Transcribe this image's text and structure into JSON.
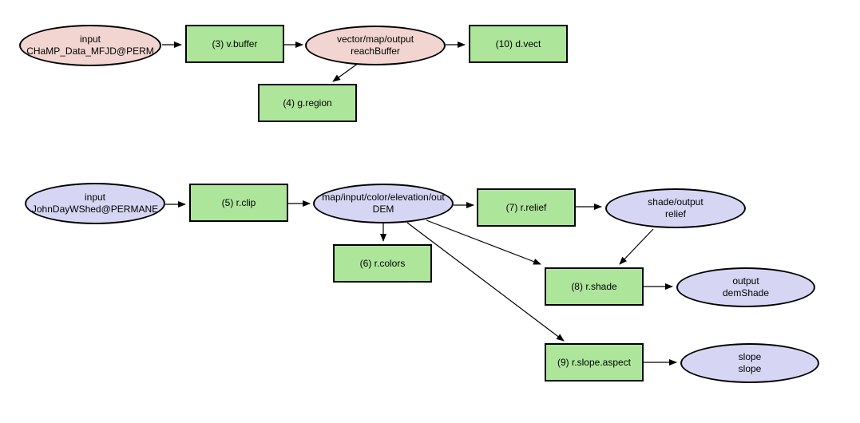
{
  "diagram": {
    "description": "Workflow model: vector buffer chain and raster DEM shading chain",
    "colors": {
      "background": "#ffffff",
      "action_fill": "#ade69b",
      "vector_data_fill": "#f2d5d0",
      "raster_data_fill": "#d6d6f4",
      "border": "#000000",
      "arrow": "#000000"
    },
    "nodes": [
      {
        "id": "champ",
        "shape": "ellipse",
        "role": "vector-data",
        "lines": [
          "input",
          "CHaMP_Data_MFJD@PERM"
        ]
      },
      {
        "id": "vbuffer",
        "shape": "box",
        "role": "action",
        "lines": [
          "(3) v.buffer"
        ]
      },
      {
        "id": "reachbuffer",
        "shape": "ellipse",
        "role": "vector-data",
        "lines": [
          "vector/map/output",
          "reachBuffer"
        ]
      },
      {
        "id": "dvect",
        "shape": "box",
        "role": "action",
        "lines": [
          "(10) d.vect"
        ]
      },
      {
        "id": "gregion",
        "shape": "box",
        "role": "action",
        "lines": [
          "(4) g.region"
        ]
      },
      {
        "id": "johnday",
        "shape": "ellipse",
        "role": "raster-data",
        "lines": [
          "input",
          "JohnDayWShed@PERMANE"
        ]
      },
      {
        "id": "rclip",
        "shape": "box",
        "role": "action",
        "lines": [
          "(5) r.clip"
        ]
      },
      {
        "id": "dem",
        "shape": "ellipse",
        "role": "raster-data",
        "lines": [
          "map/input/color/elevation/out",
          "DEM"
        ]
      },
      {
        "id": "rrelief",
        "shape": "box",
        "role": "action",
        "lines": [
          "(7) r.relief"
        ]
      },
      {
        "id": "relief",
        "shape": "ellipse",
        "role": "raster-data",
        "lines": [
          "shade/output",
          "relief"
        ]
      },
      {
        "id": "rcolors",
        "shape": "box",
        "role": "action",
        "lines": [
          "(6) r.colors"
        ]
      },
      {
        "id": "rshade",
        "shape": "box",
        "role": "action",
        "lines": [
          "(8) r.shade"
        ]
      },
      {
        "id": "demshade",
        "shape": "ellipse",
        "role": "raster-data",
        "lines": [
          "output",
          "demShade"
        ]
      },
      {
        "id": "rslope",
        "shape": "box",
        "role": "action",
        "lines": [
          "(9) r.slope.aspect"
        ]
      },
      {
        "id": "slope",
        "shape": "ellipse",
        "role": "raster-data",
        "lines": [
          "slope",
          "slope"
        ]
      }
    ],
    "edges": [
      {
        "from": "champ",
        "to": "vbuffer"
      },
      {
        "from": "vbuffer",
        "to": "reachbuffer"
      },
      {
        "from": "reachbuffer",
        "to": "dvect"
      },
      {
        "from": "reachbuffer",
        "to": "gregion"
      },
      {
        "from": "johnday",
        "to": "rclip"
      },
      {
        "from": "rclip",
        "to": "dem"
      },
      {
        "from": "dem",
        "to": "rrelief"
      },
      {
        "from": "rrelief",
        "to": "relief"
      },
      {
        "from": "dem",
        "to": "rcolors"
      },
      {
        "from": "dem",
        "to": "rshade"
      },
      {
        "from": "relief",
        "to": "rshade"
      },
      {
        "from": "rshade",
        "to": "demshade"
      },
      {
        "from": "dem",
        "to": "rslope"
      },
      {
        "from": "rslope",
        "to": "slope"
      }
    ]
  }
}
